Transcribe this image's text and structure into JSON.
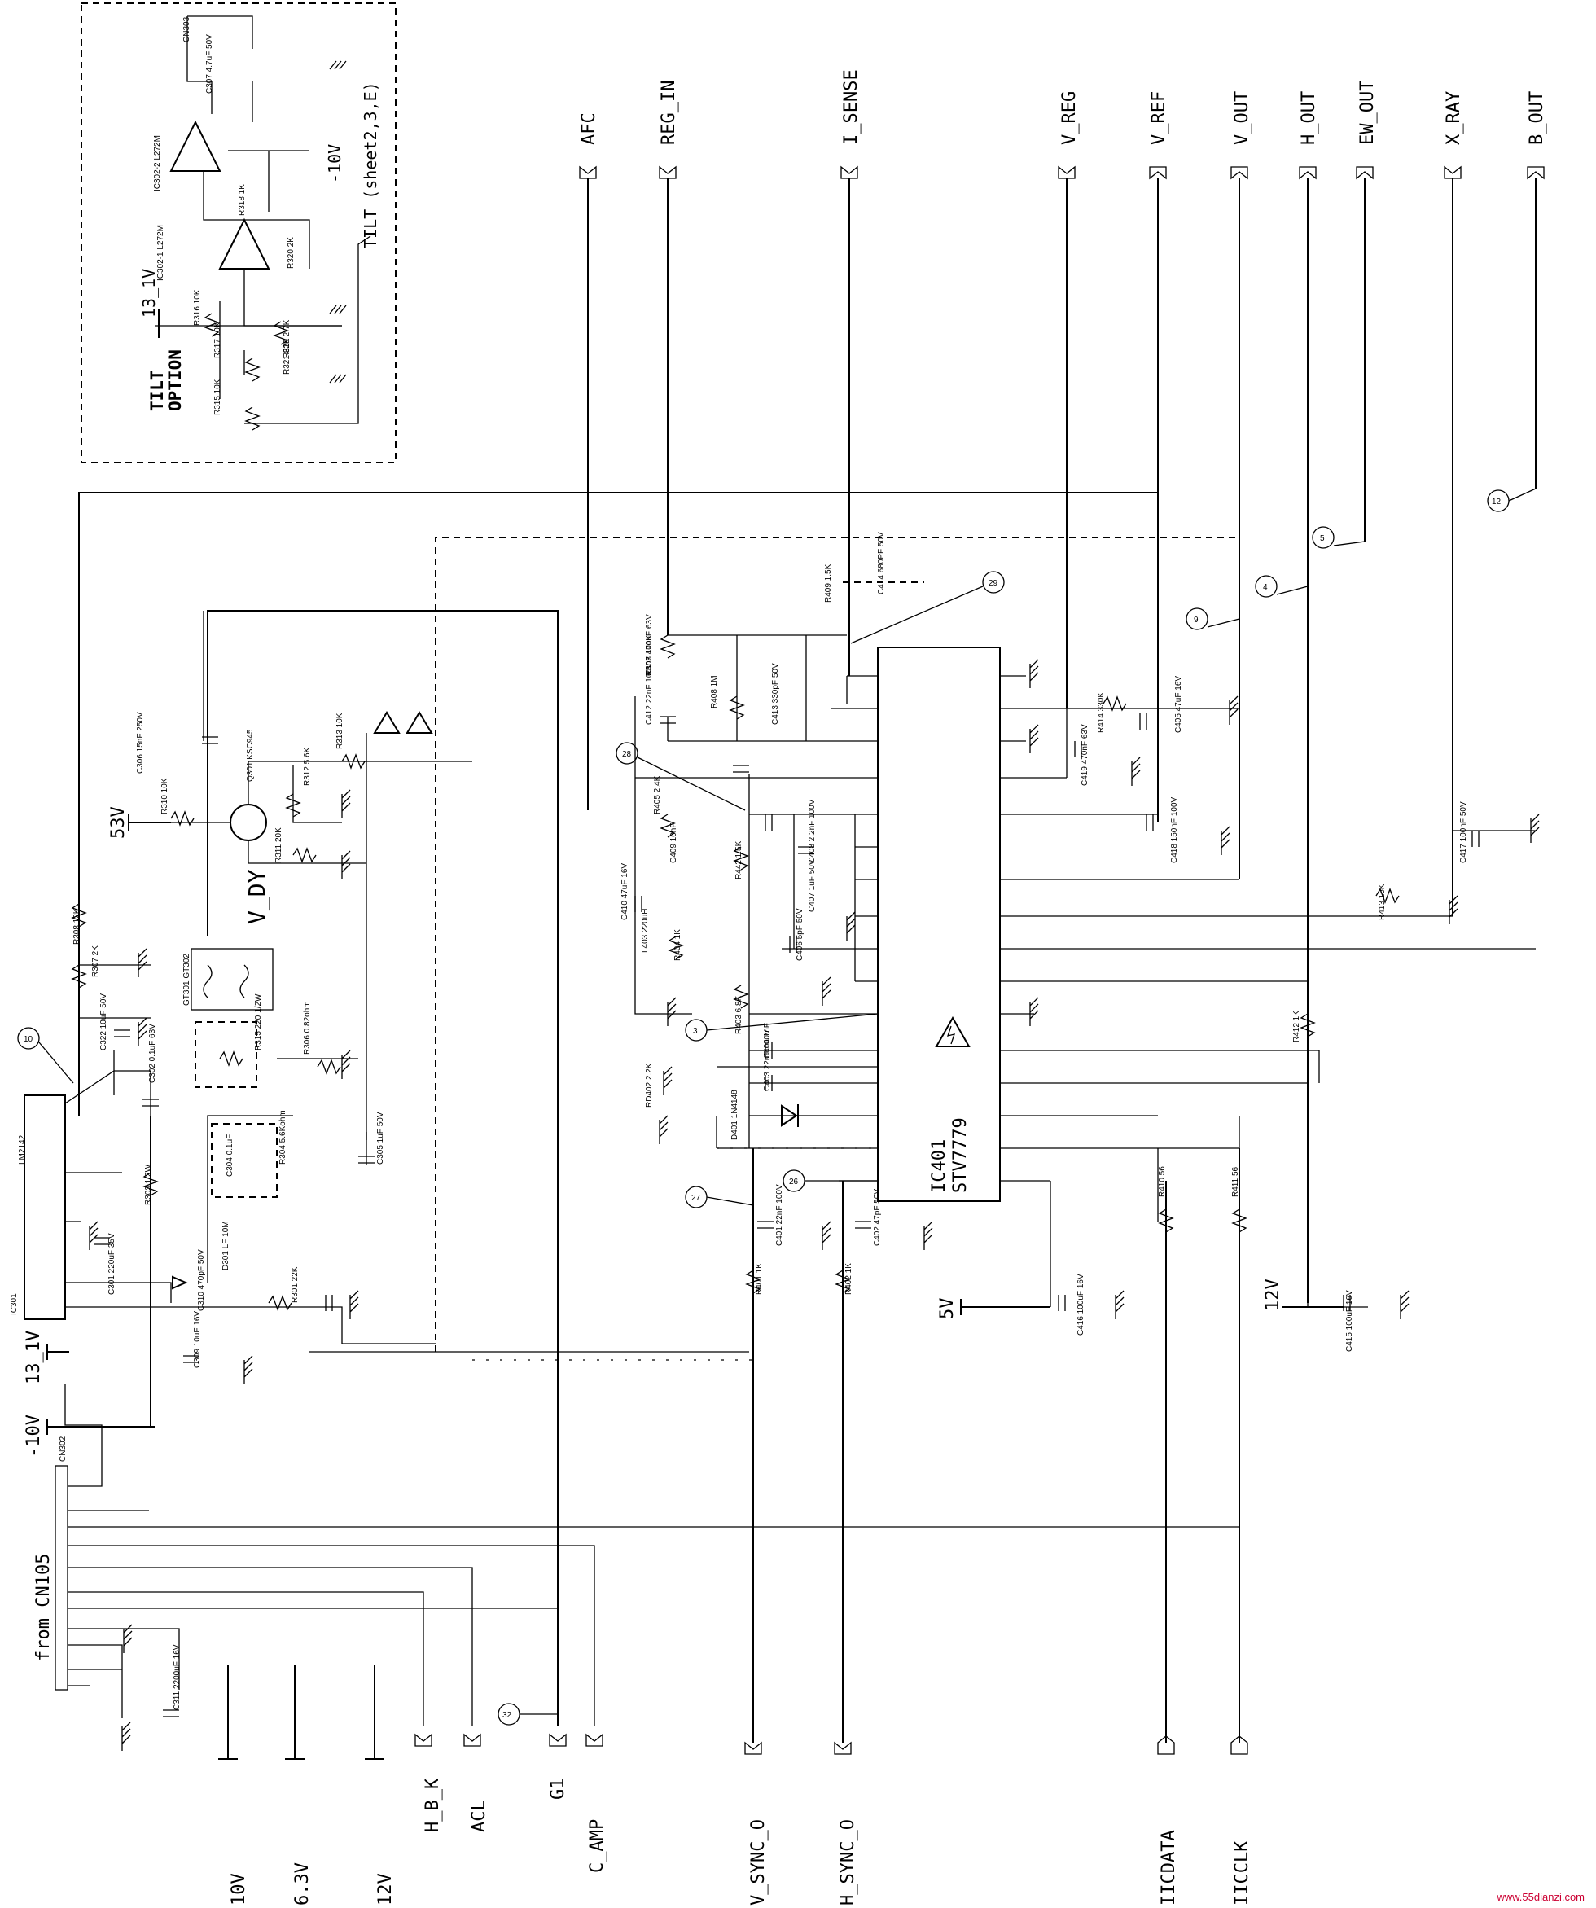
{
  "signals_top": [
    "AFC",
    "REG_IN",
    "I_SENSE",
    "V_REG",
    "V_REF",
    "V_OUT",
    "H_OUT",
    "EW_OUT",
    "X_RAY",
    "B_OUT"
  ],
  "signals_bottom": [
    "V_SYNC_O",
    "H_SYNC_O",
    "IICDATA",
    "IICCLK"
  ],
  "left_labels": [
    "10V",
    "6.3V",
    "12V",
    "H_B_K",
    "ACL",
    "G1",
    "C_AMP"
  ],
  "connector_label": "from CN105",
  "connector_ref": "CN302",
  "supply_labels": {
    "v13": "13_1V",
    "v10": "-10V",
    "v53": "53V",
    "v5": "5V",
    "v12": "12V"
  },
  "tilt": {
    "title_line1": "TILT",
    "title_line2": "OPTION",
    "sheet_note": "TILT (sheet2,3,E)",
    "supply": "13_1V",
    "minus10": "-10V",
    "cn": "CN303"
  },
  "ic_main": {
    "ref": "IC401",
    "part": "STV7779"
  },
  "ic_reg": {
    "ref": "IC301",
    "part": "LM2142"
  },
  "ic_tilt": [
    "IC302-1 L272M",
    "IC302-2 L272M"
  ],
  "transformer": "GT301 GT302",
  "v_dy": "V_DY",
  "test_points": [
    "10",
    "28",
    "3",
    "29",
    "27",
    "26",
    "9",
    "4",
    "5",
    "12",
    "32"
  ],
  "components": [
    "R407 100K",
    "R408 1M",
    "R409 1.5K",
    "C414 680PF 50V",
    "C412 22nF 100V",
    "C413 330pF 50V",
    "R414 330K",
    "C405 47uF 16V",
    "C419 470nF 63V",
    "C418 150nF 100V",
    "C417 100nF 50V",
    "R413 15K",
    "R412 1K",
    "R410 56",
    "R411 56",
    "C415 100uF 16V",
    "C416 100uF 16V",
    "R405 2.4K",
    "C409 10nF",
    "C408 2.2nF 100V",
    "C407 1uF 50V",
    "R442 1.5K",
    "C410 47uF 16V",
    "L403 220uH",
    "R404 1K",
    "C406 5pF 50V",
    "R403 6.8K",
    "C404 1nF",
    "C403 22nF 100V",
    "D401 1N4148",
    "RD402 2.2K",
    "C401 22nF 100V",
    "R401 1K",
    "C402 47pF 50V",
    "R402 1K",
    "R310 10K",
    "Q301 KSC945",
    "R311 20K",
    "R312 5.6K",
    "R313 10K",
    "C306 15nF 250V",
    "R315 220 1/2W",
    "R306 0.82ohm",
    "C305 1uF 50V",
    "C304 0.1uF",
    "R304 5.6Kohm",
    "C302 0.1uF 63V",
    "R303 1/2W",
    "R301 22K",
    "C310 470pF 50V",
    "D301 LF 10M",
    "C301 220uF 35V",
    "C309 10uF 16V",
    "C322 10uF 50V",
    "R307 2K",
    "R308 12K",
    "C311 2200uF 16V",
    "R316 10K",
    "R317 10K",
    "R315 10K",
    "R318 1K",
    "R319 2.7K",
    "R320 2K",
    "R321 82K",
    "C307 4.7uF 50V",
    "C308 470nF 63V"
  ],
  "watermark": "www.55dianzi.com"
}
